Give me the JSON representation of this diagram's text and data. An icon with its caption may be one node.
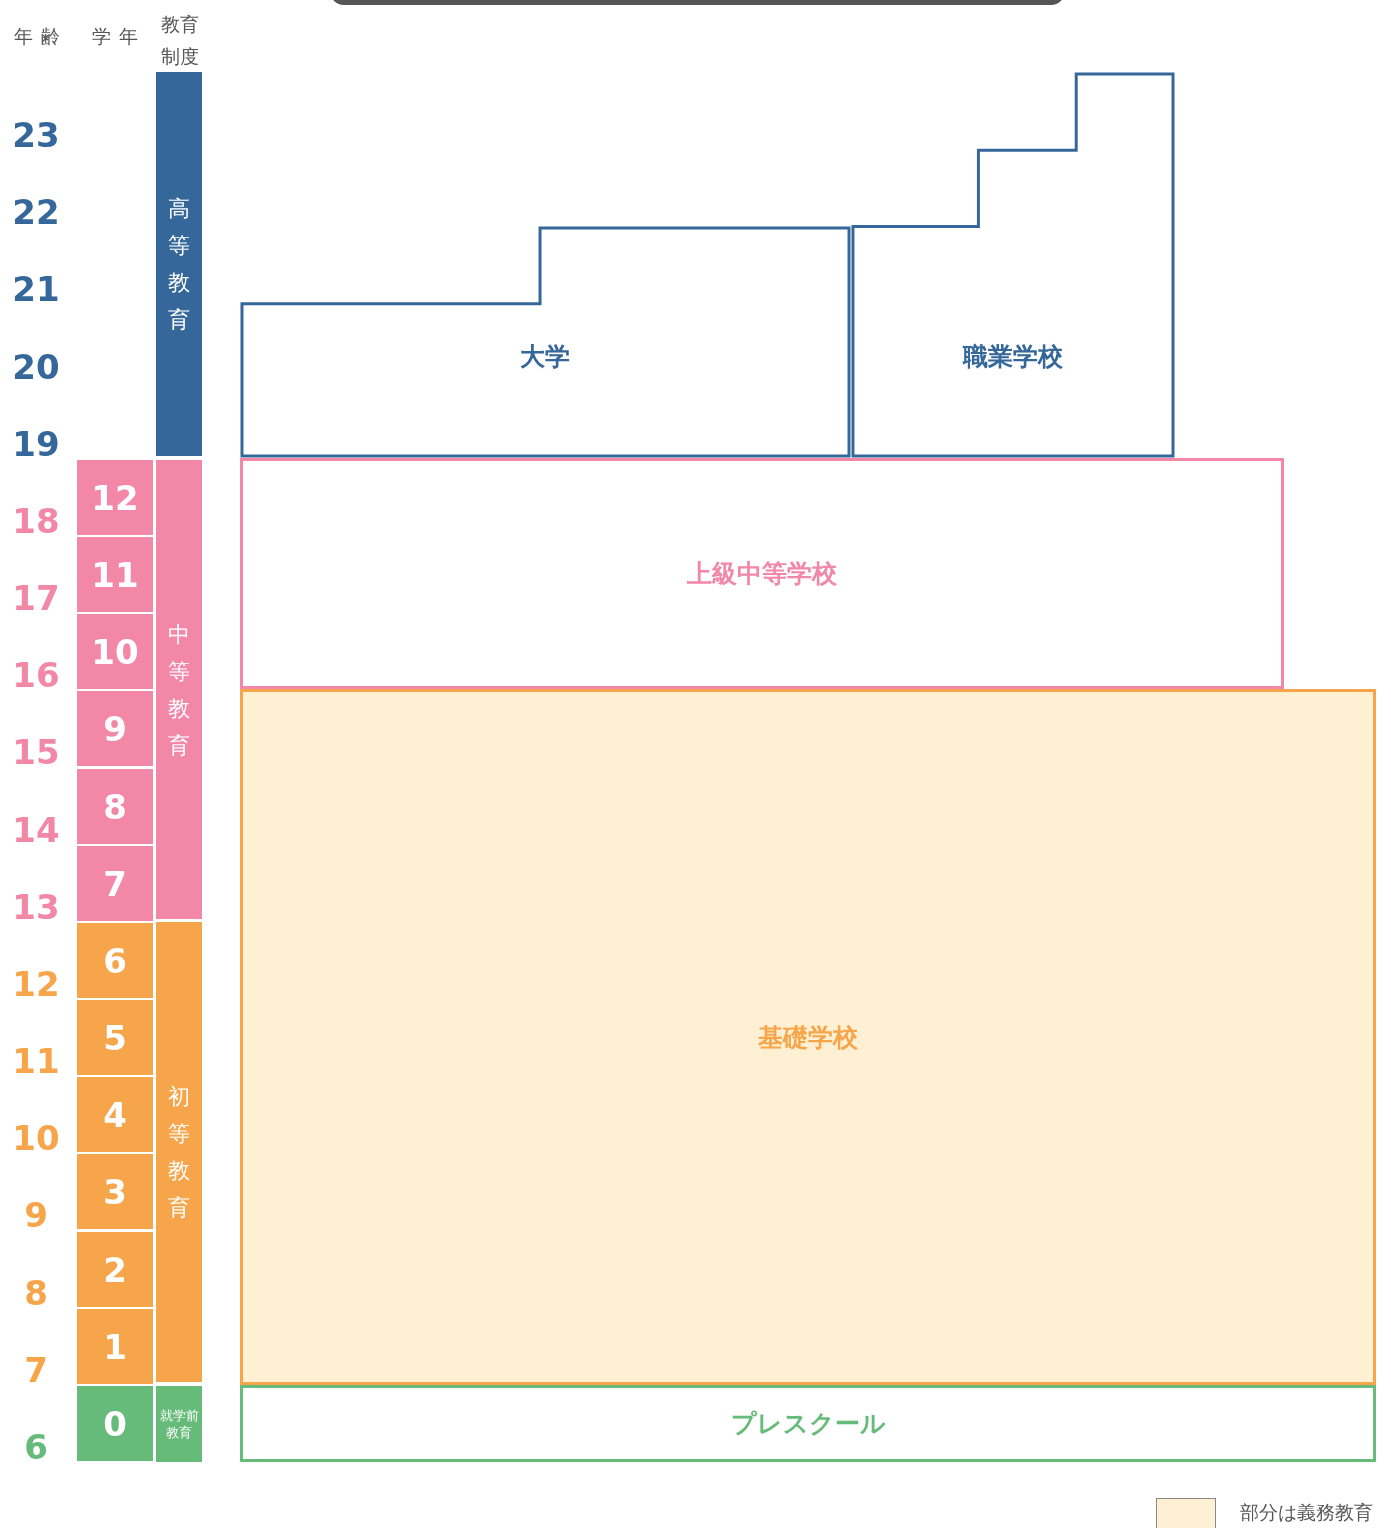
{
  "diagram": {
    "nodes": [
      {
        "text": [
          "高等教育"
        ]
      },
      {
        "text": [
          "大学"
        ]
      },
      {
        "text": [
          "職業学校"
        ]
      },
      {
        "text": [
          "12"
        ]
      },
      {
        "text": [
          "11"
        ]
      },
      {
        "text": [
          "10"
        ]
      },
      {
        "text": [
          "9"
        ]
      },
      {
        "text": [
          "8"
        ]
      },
      {
        "text": [
          "7"
        ]
      },
      {
        "text": [
          "中等教育"
        ]
      },
      {
        "text": [
          "上級中等学校"
        ]
      },
      {
        "text": [
          "6"
        ]
      },
      {
        "text": [
          "5"
        ]
      },
      {
        "text": [
          "4"
        ]
      },
      {
        "text": [
          "3"
        ]
      },
      {
        "text": [
          "2"
        ]
      },
      {
        "text": [
          "1"
        ]
      },
      {
        "text": [
          "初等教育"
        ]
      },
      {
        "text": [
          "基礎学校"
        ]
      },
      {
        "text": [
          "0"
        ]
      },
      {
        "text": [
          "就学前教育"
        ]
      },
      {
        "text": [
          "プレスクール"
        ]
      }
    ],
    "labels": [
      "年齢",
      "学年",
      "教育制度",
      "23",
      "22",
      "21",
      "20",
      "19",
      "18",
      "17",
      "16",
      "15",
      "14",
      "13",
      "12",
      "11",
      "10",
      "9",
      "8",
      "7",
      "6"
    ],
    "legend": [
      {
        "text": "部分は義務教育",
        "color": "#fff0d4"
      }
    ]
  }
}
